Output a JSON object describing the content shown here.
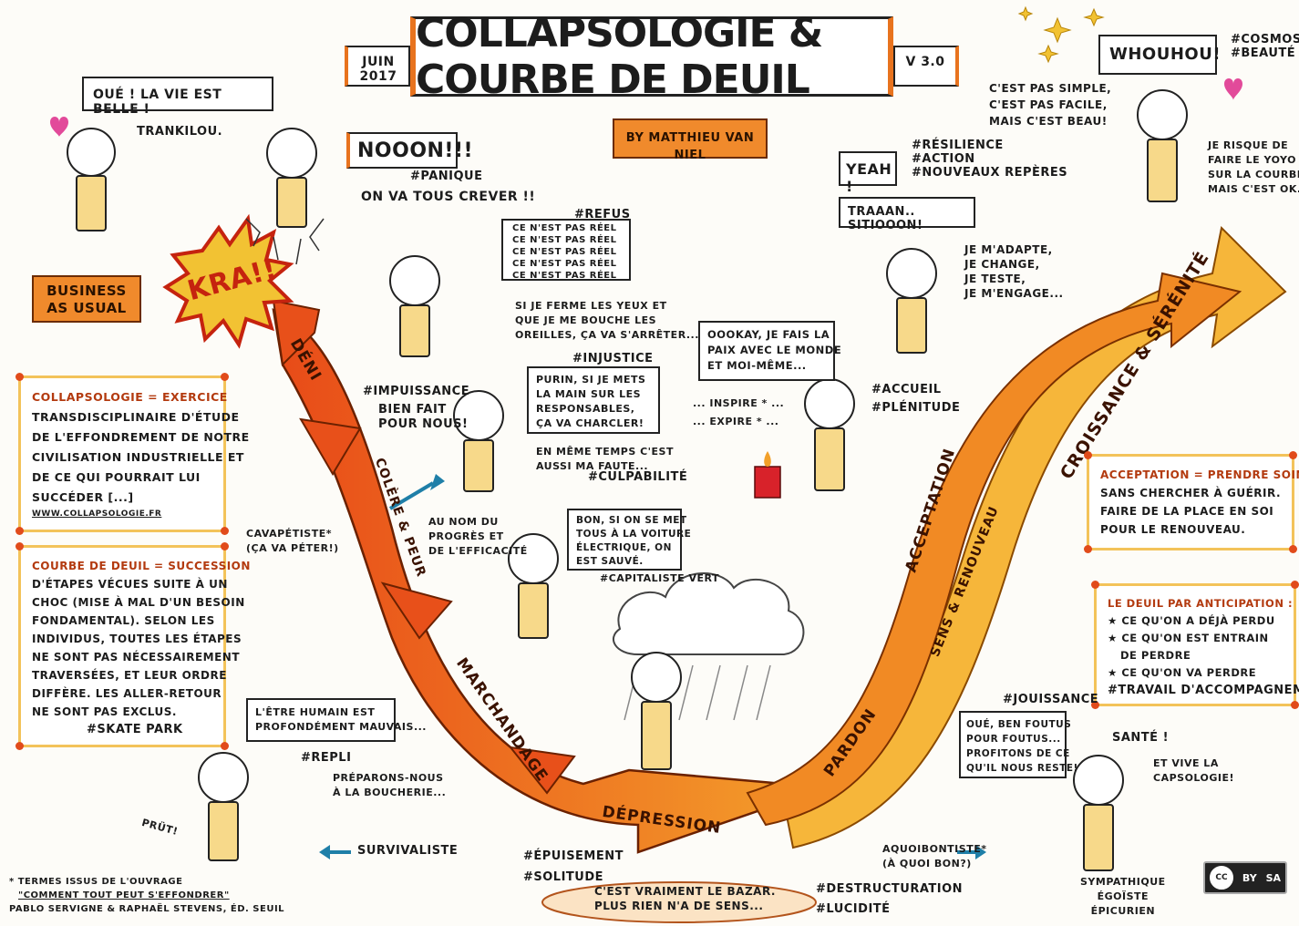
{
  "header": {
    "date": "JUIN 2017",
    "title": "COLLAPSOLOGIE & COURBE DE DEUIL",
    "version": "v 3.0",
    "author": "by MATTHIEU VAN NIEL"
  },
  "start": {
    "speech": "OUÉ ! LA VIE EST BELLE !",
    "note": "TRANKILOU.",
    "business": [
      "BUSINESS",
      "AS USUAL"
    ],
    "crash": "KRA!!"
  },
  "stages": {
    "deni": "DÉNI",
    "colere": "COLÈRE & PEUR",
    "marchandage": "MARCHANDAGE",
    "depression": "DÉPRESSION",
    "pardon": "PARDON",
    "sens": "SENS & RENOUVEAU",
    "acceptation": "ACCEPTATION",
    "croissance": "CROISSANCE & SÉRÉNITÉ"
  },
  "definitions": {
    "collapso": {
      "term": "COLLAPSOLOGIE",
      "lines": [
        "COLLAPSOLOGIE = EXERCICE",
        "TRANSDISCIPLINAIRE D'ÉTUDE",
        "DE L'EFFONDREMENT DE NOTRE",
        "CIVILISATION INDUSTRIELLE ET",
        "DE CE QUI POURRAIT LUI",
        "SUCCÉDER [...]"
      ],
      "url": "WWW.COLLAPSOLOGIE.FR"
    },
    "courbe": {
      "lines": [
        "COURBE DE DEUIL = SUCCESSION",
        "D'ÉTAPES VÉCUES SUITE À UN",
        "CHOC (MISE À MAL D'UN BESOIN",
        "FONDAMENTAL). SELON LES",
        "INDIVIDUS, TOUTES LES ÉTAPES",
        "NE SONT PAS NÉCESSAIREMENT",
        "TRAVERSÉES, ET LEUR ORDRE",
        "DIFFÈRE. LES ALLER-RETOUR",
        "NE SONT PAS EXCLUS."
      ],
      "tag": "#SKATE PARK"
    },
    "acceptation": {
      "lines": [
        "ACCEPTATION = PRENDRE SOIN",
        "SANS CHERCHER À GUÉRIR.",
        "FAIRE DE LA PLACE EN SOI",
        "POUR LE RENOUVEAU."
      ]
    },
    "anticipation": {
      "title": "LE DEUIL PAR ANTICIPATION :",
      "items": [
        "★ CE QU'ON A DÉJÀ PERDU",
        "★ CE QU'ON EST ENTRAIN",
        "  DE PERDRE",
        "★ CE QU'ON VA PERDRE"
      ],
      "tag": "#TRAVAIL D'ACCOMPAGNEMENT"
    }
  },
  "deni_block": {
    "shout": "NOOON!!!",
    "tag": "#PANIQUE",
    "line": "ON VA TOUS CREVER !!",
    "refus_tag": "#REFUS",
    "refus_lines": [
      "CE N'EST PAS RÉEL",
      "CE N'EST PAS RÉEL",
      "CE N'EST PAS RÉEL",
      "CE N'EST PAS RÉEL",
      "CE N'EST PAS RÉEL"
    ],
    "eyes": [
      "SI JE FERME LES YEUX ET",
      "QUE JE ME BOUCHE LES",
      "OREILLES, ÇA VA S'ARRÊTER..."
    ]
  },
  "colere_block": {
    "impuissance_tag": "#IMPUISSANCE",
    "impuissance": [
      "BIEN FAIT",
      "POUR NOUS!"
    ],
    "injustice_tag": "#INJUSTICE",
    "speech": [
      "PURIN, SI JE METS",
      "LA MAIN SUR LES",
      "RESPONSABLES,",
      "ÇA VA CHARCLER!"
    ],
    "faute": [
      "EN MÊME TEMPS C'EST",
      "AUSSI MA FAUTE..."
    ],
    "culpa_tag": "#CULPABILITÉ",
    "capa": [
      "CAVAPÉTISTE*",
      "(ÇA VA PÉTER!)"
    ]
  },
  "marchandage_block": {
    "progres": [
      "AU NOM DU",
      "PROGRÈS ET",
      "DE L'EFFICACITÉ"
    ],
    "speech": [
      "BON, SI ON SE MET",
      "TOUS À LA VOITURE",
      "ÉLECTRIQUE, ON",
      "EST SAUVÉ."
    ],
    "tag": "#CAPITALISTE VERT"
  },
  "human_block": {
    "speech": [
      "L'ÊTRE HUMAIN EST",
      "PROFONDÉMENT MAUVAIS..."
    ],
    "tag": "#REPLI",
    "line": [
      "PRÉPARONS-NOUS",
      "À LA BOUCHERIE..."
    ],
    "prout": "PRÜT!",
    "surv": "SURVIVALISTE"
  },
  "depression_block": {
    "tag1": "#ÉPUISEMENT",
    "tag2": "#SOLITUDE",
    "speech": [
      "C'EST VRAIMENT LE BAZAR.",
      "PLUS RIEN N'A DE SENS..."
    ],
    "tag3": "#DESTRUCTURATION",
    "tag4": "#LUCIDITÉ",
    "aquoi": [
      "AQUOIBONTISTE*",
      "(À QUOI BON?)"
    ]
  },
  "acceptation_block": {
    "speech": [
      "OOOKAY, JE FAIS LA",
      "PAIX AVEC LE MONDE",
      "ET MOI-MÊME..."
    ],
    "inspire": "... INSPIRE * ...",
    "expire": "... EXPIRE * ...",
    "tag1": "#ACCUEIL",
    "tag2": "#PLÉNITUDE"
  },
  "renouveau_block": {
    "yeah": "YEAH !",
    "tags": [
      "#RÉSILIENCE",
      "#ACTION",
      "#NOUVEAUX REPÈRES"
    ],
    "traan": "TRAAAN.. SITIOOON!",
    "lines": [
      "JE M'ADAPTE,",
      "JE CHANGE,",
      "JE TESTE,",
      "JE M'ENGAGE..."
    ]
  },
  "whouhou_block": {
    "shout": "WHOUHOU!",
    "tags": [
      "#COSMOS",
      "#BEAUTÉ"
    ],
    "simple": [
      "C'EST PAS SIMPLE,",
      "C'EST PAS FACILE,",
      "MAIS C'EST BEAU!"
    ],
    "yoyo": [
      "JE RISQUE DE",
      "FAIRE LE YOYO",
      "SUR LA COURBE,",
      "MAIS C'EST OK."
    ]
  },
  "ending_block": {
    "tag": "#JOUISSANCE",
    "speech": [
      "OUÉ, BEN FOUTUS",
      "POUR FOUTUS...",
      "PROFITONS DE CE",
      "QU'IL NOUS RESTE!"
    ],
    "sante": "SANTÉ !",
    "vive": "ET VIVE LA CAPSOLOGIE!",
    "label": [
      "SYMPATHIQUE",
      "ÉGOÏSTE",
      "ÉPICURIEN"
    ]
  },
  "footer": {
    "lines": [
      "* TERMES ISSUS DE L'OUVRAGE",
      "\"COMMENT TOUT PEUT S'EFFONDRER\"",
      "PABLO SERVIGNE & RAPHAËL STEVENS, ÉD. SEUIL"
    ],
    "cc": "CC",
    "by": "BY",
    "sa": "SA"
  },
  "colors": {
    "arrow_dark": "#e8501a",
    "arrow_mid": "#f18a24",
    "arrow_light": "#f6b63a",
    "accent": "#e8731e",
    "card_border": "#f3c35a",
    "skin": "#f7d98a"
  }
}
